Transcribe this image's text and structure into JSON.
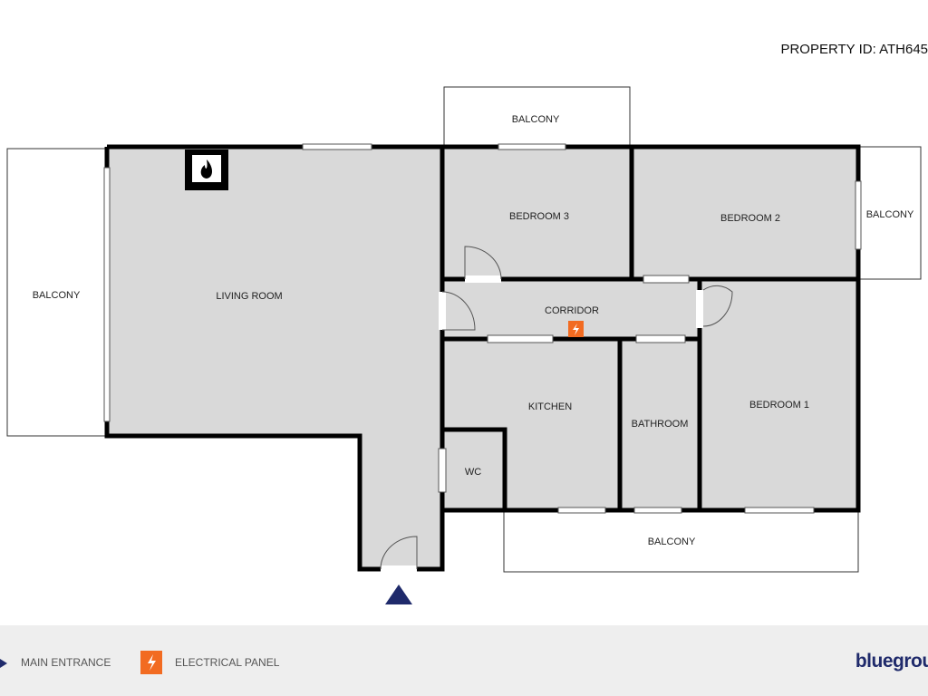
{
  "property_id": "PROPERTY ID: ATH645",
  "rooms": {
    "living_room": "LIVING ROOM",
    "bedroom1": "BEDROOM 1",
    "bedroom2": "BEDROOM 2",
    "bedroom3": "BEDROOM 3",
    "corridor": "CORRIDOR",
    "kitchen": "KITCHEN",
    "bathroom": "BATHROOM",
    "wc": "WC",
    "balcony_left": "BALCONY",
    "balcony_top": "BALCONY",
    "balcony_right": "BALCONY",
    "balcony_bottom": "BALCONY"
  },
  "legend": {
    "main_entrance": "MAIN ENTRANCE",
    "electrical_panel": "ELECTRICAL PANEL"
  },
  "brand": "bluegroup",
  "colors": {
    "floor": "#d9d9d9",
    "wall": "#000000",
    "entrance": "#1f2a6b",
    "electrical": "#f26b21"
  }
}
